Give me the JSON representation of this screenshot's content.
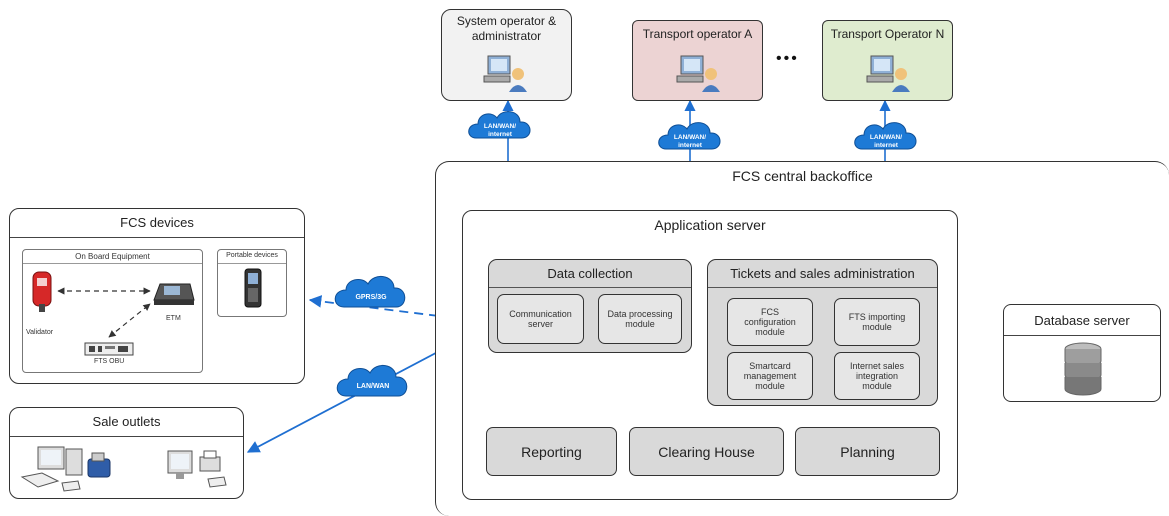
{
  "operators": [
    {
      "label": "System operator & administrator",
      "fill": "#f2f2f2"
    },
    {
      "label": "Transport operator A",
      "fill": "#ecd3d3"
    },
    {
      "label": "Transport Operator N",
      "fill": "#dfeccf"
    }
  ],
  "ellipsis": "•••",
  "clouds": {
    "lan_wan_internet": [
      "LAN/WAN/",
      "internet"
    ],
    "gprs": "GPRS/3G",
    "lan_wan": "LAN/WAN"
  },
  "backoffice": {
    "title": "FCS central backoffice",
    "app_server": {
      "title": "Application server",
      "data_collection": {
        "title": "Data collection",
        "modules": [
          "Communication server",
          "Data processing module"
        ]
      },
      "tickets": {
        "title": "Tickets and sales administration",
        "modules": [
          "FCS configuration module",
          "FTS importing module",
          "Smartcard management module",
          "Internet sales integration module"
        ]
      },
      "bottom_modules": [
        "Reporting",
        "Clearing House",
        "Planning"
      ]
    }
  },
  "database": {
    "title": "Database server"
  },
  "devices": {
    "title": "FCS devices",
    "onboard": {
      "title": "On Board Equipment",
      "validator": "Validator",
      "etm": "ETM",
      "obu": "FTS OBU"
    },
    "portable": "Portable devices"
  },
  "sale_outlets": {
    "title": "Sale outlets"
  },
  "colors": {
    "arrow": "#1f6fd1",
    "cloud": "#1e7ad6",
    "module_fill": "#d9d9d9"
  }
}
